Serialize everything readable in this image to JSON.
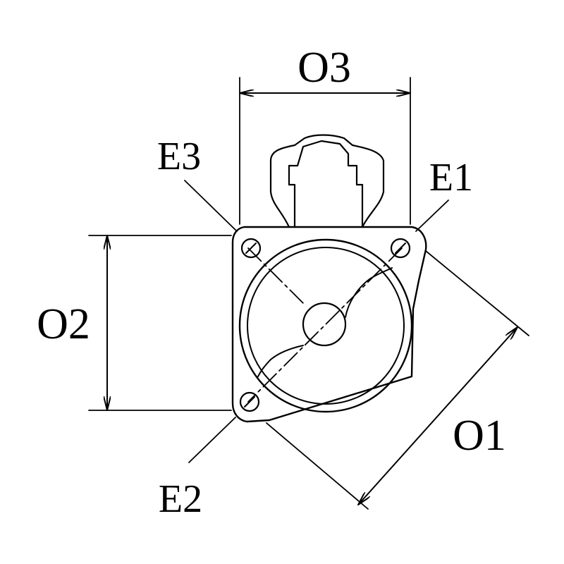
{
  "dimensions": {
    "o1": "O1",
    "o2": "O2",
    "o3": "O3"
  },
  "holes": {
    "e1": "E1",
    "e2": "E2",
    "e3": "E3"
  },
  "colors": {
    "line": "#000000",
    "background": "#ffffff"
  }
}
